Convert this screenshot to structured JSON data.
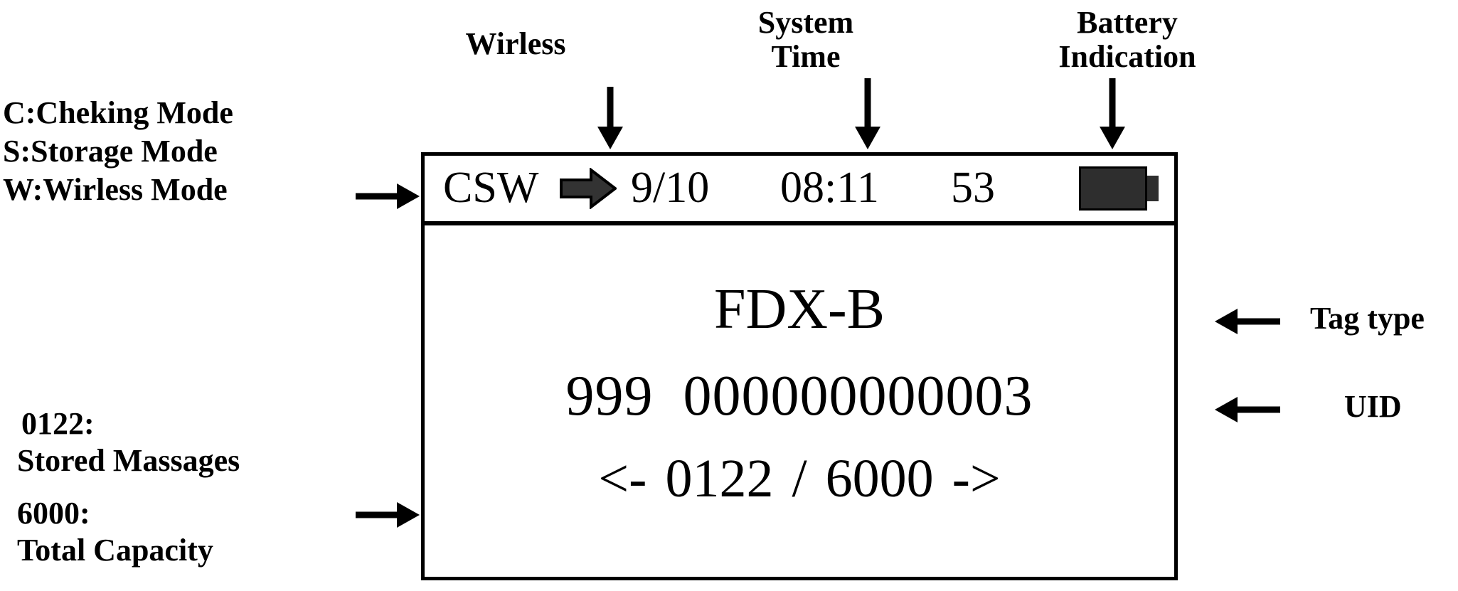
{
  "device": {
    "type": "RFID animal tag reader LCD screen",
    "status_bar": {
      "modes": "CSW",
      "wireless_indicator_icon": "right-block-arrow-icon",
      "date": "9/10",
      "time": "08:11",
      "seconds": "53",
      "battery_icon": "battery-full-icon",
      "battery_color": "#2e2e2e"
    },
    "screen": {
      "tag_type": "FDX-B",
      "uid_country_code": "999",
      "uid_number": "000000000003",
      "uid_full": "999 000000000003",
      "nav_left_icon": "<-",
      "nav_right_icon": "->",
      "stored_count": "0122",
      "separator": "/",
      "total_capacity": "6000"
    }
  },
  "annotations": {
    "mode_legend": [
      "C:Cheking Mode",
      "S:Storage Mode",
      "W:Wirless Mode"
    ],
    "capacity_legend": [
      {
        "value": "0122:",
        "label": "Stored Massages"
      },
      {
        "value": "6000:",
        "label": "Total Capacity"
      }
    ],
    "callouts": [
      {
        "text": "Wirless",
        "arrow": "down-arrow-icon"
      },
      {
        "text_line1": "System",
        "text_line2": "Time",
        "arrow": "down-arrow-icon"
      },
      {
        "text_line1": "Battery",
        "text_line2": "Indication",
        "arrow": "down-arrow-icon"
      },
      {
        "text": "Tag type",
        "arrow": "left-arrow-icon"
      },
      {
        "text": "UID",
        "arrow": "left-arrow-icon"
      }
    ],
    "wireless_label": "Wirless",
    "system_time_label_line1": "System",
    "system_time_label_line2": "Time",
    "battery_label_line1": "Battery",
    "battery_label_line2": "Indication",
    "tag_type_label": "Tag type",
    "uid_label": "UID"
  },
  "colors": {
    "ink": "#000000",
    "background": "#ffffff",
    "icon_dark": "#2e2e2e"
  }
}
